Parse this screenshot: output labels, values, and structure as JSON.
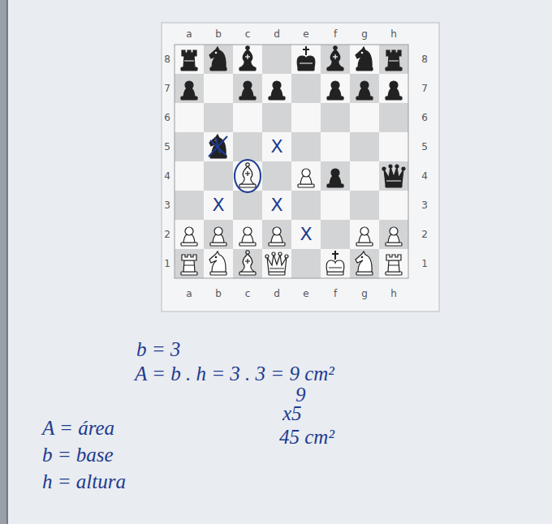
{
  "diagram": {
    "labels": [
      "a",
      "b",
      "c",
      "d",
      "e",
      "f",
      "g",
      "h",
      "8",
      "7",
      "6",
      "5",
      "4",
      "3",
      "2",
      "1",
      "8",
      "7",
      "6",
      "5",
      "4",
      "3",
      "2",
      "1",
      "a",
      "b",
      "c",
      "d",
      "e",
      "f",
      "g",
      "h",
      "X",
      "X",
      "X",
      "X",
      "b = 3",
      "A = b . h = 3 . 3 = 9 cm²",
      "9",
      "x5",
      "45 cm²",
      "A = área",
      "b = base",
      "h = altura"
    ]
  }
}
